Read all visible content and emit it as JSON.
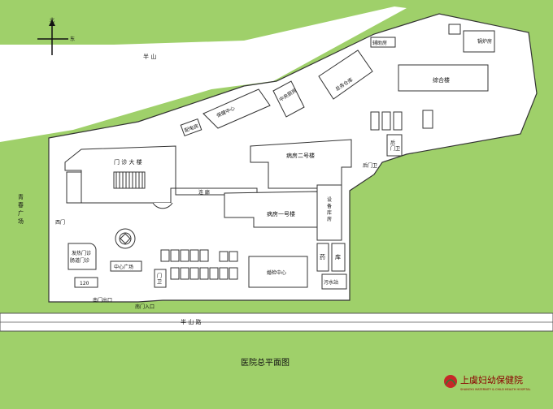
{
  "compass": {
    "north": "北",
    "east": "东"
  },
  "roads": {
    "banshan": "半 山",
    "banshan_road": "半 山 路",
    "qingchun": "青春广场"
  },
  "gates": {
    "west": "西门",
    "rear_guard": "后门卫",
    "south_exit": "南门出口",
    "south_entry": "南门入口"
  },
  "buildings": {
    "boiler": "锅炉房",
    "sunroom": "辅助房",
    "general": "综合楼",
    "logistics": "总务仓库",
    "kitchen": "中央厨房",
    "health_center": "保健中心",
    "electric": "配电房",
    "rear_guard_room": "后门卫",
    "outpatient": "门 诊 大 楼",
    "ward2": "病房二号楼",
    "ward1": "病房一号楼",
    "equipment": "设备库房",
    "corridor": "连 廊",
    "fever": "发热门诊\n肠道门诊",
    "plaza": "中心广场",
    "guard": "门卫",
    "medical": "婚检中心",
    "pharmacy": "药",
    "storage": "库",
    "sewage": "污水站",
    "number": "120"
  },
  "title": "医院总平面图",
  "logo": {
    "name": "上虞妇幼保健院",
    "english": "SHANGYU MATERNITY & CHILD HEALTH HOSPITAL"
  },
  "colors": {
    "grass": "#9fd06a",
    "road": "#ffffff",
    "site": "#ffffff"
  }
}
